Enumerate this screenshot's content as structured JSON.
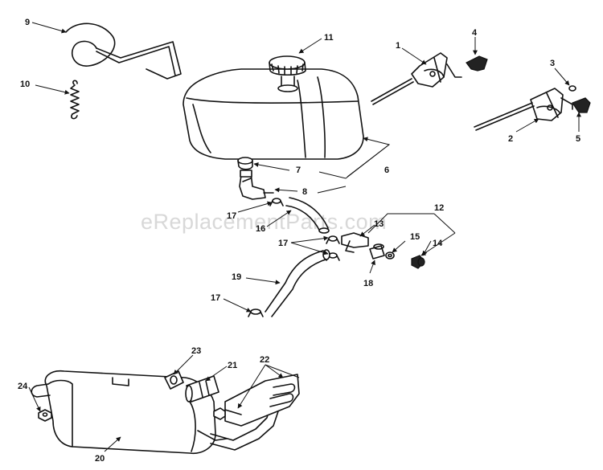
{
  "watermark": "eReplacementParts.com",
  "callouts": {
    "c1": "1",
    "c2": "2",
    "c3": "3",
    "c4": "4",
    "c5": "5",
    "c6": "6",
    "c7": "7",
    "c8": "8",
    "c9": "9",
    "c10": "10",
    "c11": "11",
    "c12": "12",
    "c13": "13",
    "c14": "14",
    "c15": "15",
    "c16": "16",
    "c17a": "17",
    "c17b": "17",
    "c17c": "17",
    "c18": "18",
    "c19": "19",
    "c20": "20",
    "c21": "21",
    "c22": "22",
    "c23": "23",
    "c24": "24"
  },
  "colors": {
    "line": "#111111",
    "watermark": "#d8d8d8",
    "background": "#ffffff"
  }
}
